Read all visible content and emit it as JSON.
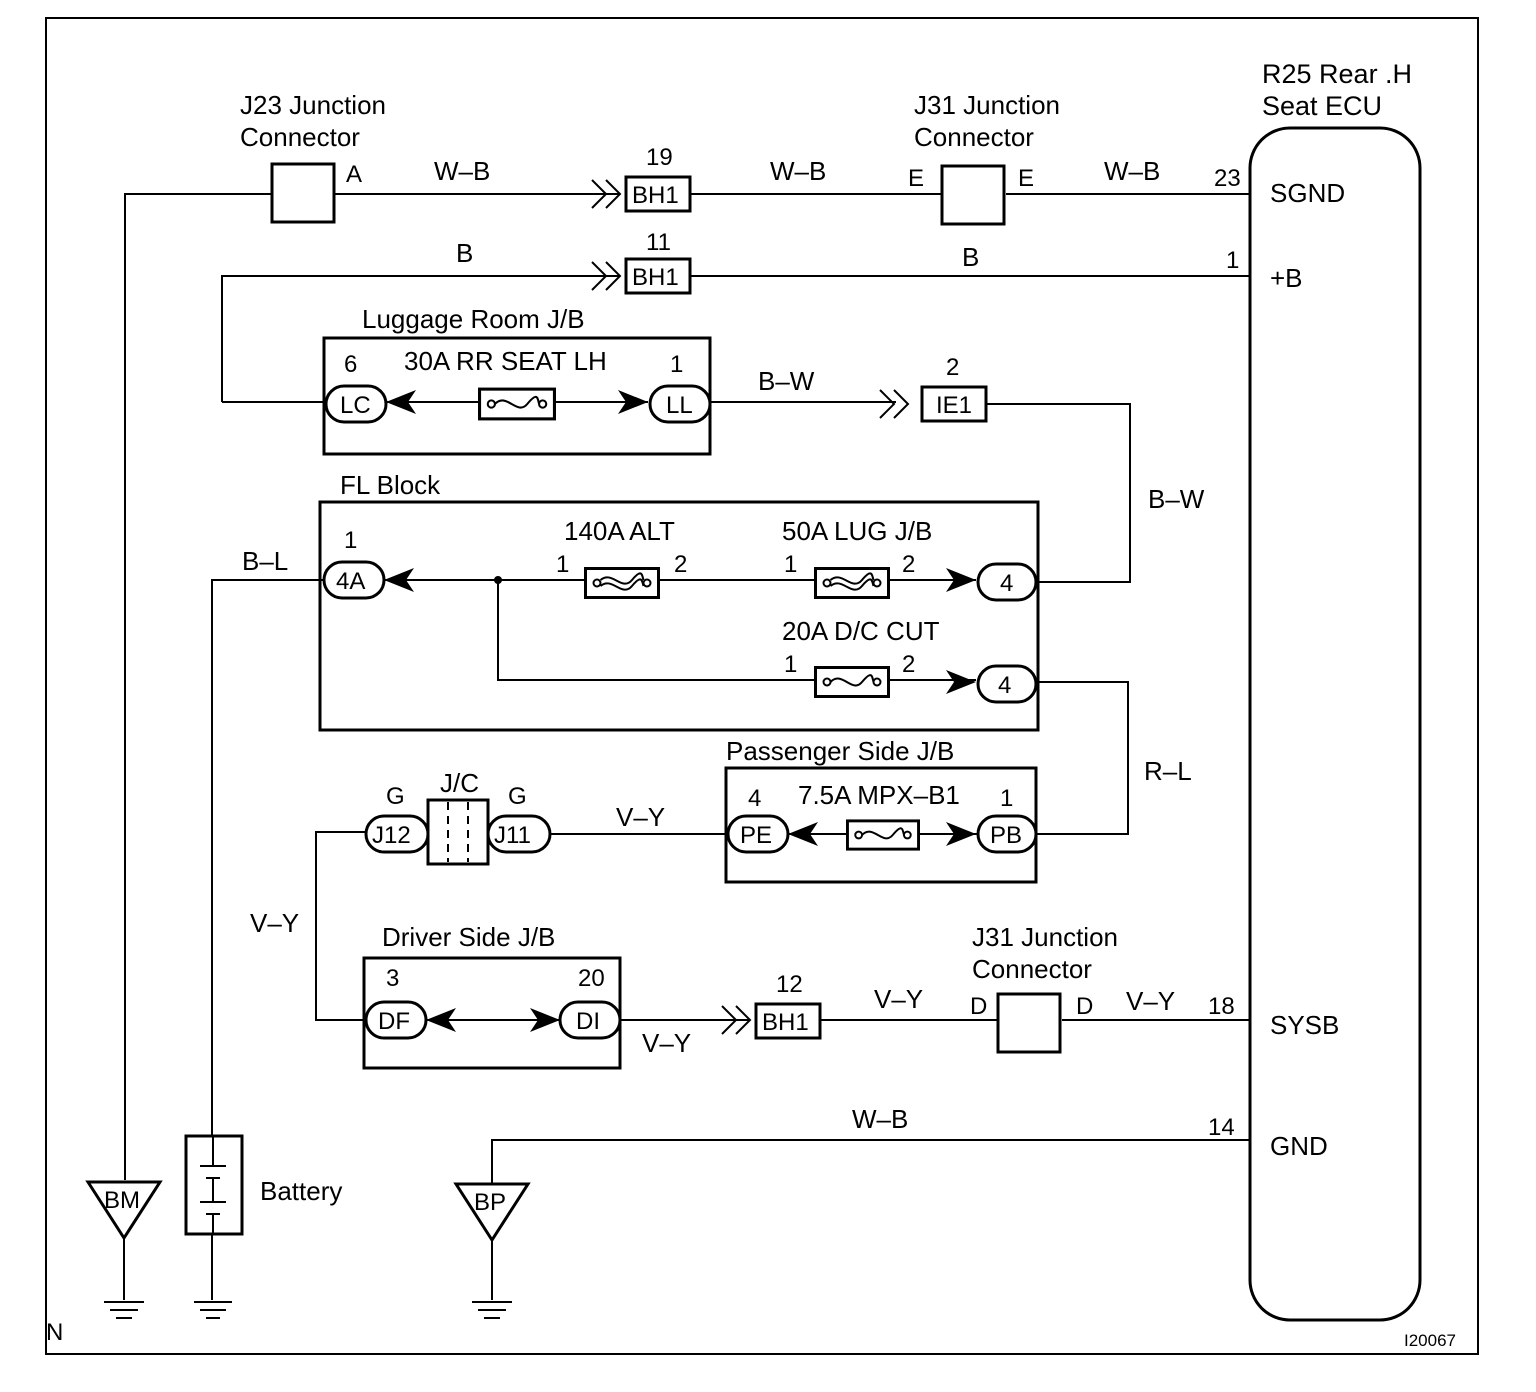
{
  "figure_code": "I20067",
  "corner_mark": "N",
  "ecu": {
    "title_line1": "R25 Rear .H",
    "title_line2": "Seat ECU",
    "pins": [
      {
        "num": "23",
        "name": "SGND"
      },
      {
        "num": "1",
        "name": "+B"
      },
      {
        "num": "18",
        "name": "SYSB"
      },
      {
        "num": "14",
        "name": "GND"
      }
    ]
  },
  "j23": {
    "title_line1": "J23 Junction",
    "title_line2": "Connector",
    "pin": "A"
  },
  "j31_top": {
    "title_line1": "J31 Junction",
    "title_line2": "Connector",
    "pin_in": "E",
    "pin_out": "E"
  },
  "j31_bottom": {
    "title_line1": "J31 Junction",
    "title_line2": "Connector",
    "pin_in": "D",
    "pin_out": "D"
  },
  "wires": {
    "sgnd_1": "W–B",
    "sgnd_2": "W–B",
    "sgnd_3": "W–B",
    "plusb_1": "B",
    "plusb_2": "B",
    "ll_ie1": "B–W",
    "ie1_fl": "B–W",
    "battery": "B–L",
    "fl_pb": "R–L",
    "pe_jc": "V–Y",
    "jc_df": "V–Y",
    "di_bh1": "V–Y",
    "bh1_j31": "V–Y",
    "j31_sysb": "V–Y",
    "gnd": "W–B"
  },
  "connectors": {
    "bh1_top_name": "BH1",
    "bh1_top_pin": "19",
    "bh1_mid_name": "BH1",
    "bh1_mid_pin": "11",
    "ie1_name": "IE1",
    "ie1_pin": "2",
    "bh1_bot_name": "BH1",
    "bh1_bot_pin": "12"
  },
  "luggage_jb": {
    "title": "Luggage Room J/B",
    "fuse": "30A RR SEAT LH",
    "left_conn": "LC",
    "left_pin": "6",
    "right_conn": "LL",
    "right_pin": "1"
  },
  "fl_block": {
    "title": "FL Block",
    "in_conn": "4A",
    "in_pin": "1",
    "fuse_alt": "140A ALT",
    "alt_pin1": "1",
    "alt_pin2": "2",
    "fuse_lug": "50A LUG J/B",
    "lug_pin1": "1",
    "lug_pin2": "2",
    "out1_conn": "4",
    "fuse_dc": "20A D/C CUT",
    "dc_pin1": "1",
    "dc_pin2": "2",
    "out2_conn": "4"
  },
  "passenger_jb": {
    "title": "Passenger Side J/B",
    "fuse": "7.5A MPX–B1",
    "left_conn": "PE",
    "left_pin": "4",
    "right_conn": "PB",
    "right_pin": "1"
  },
  "junction_jc": {
    "title": "J/C",
    "left_conn": "J12",
    "left_pin": "G",
    "right_conn": "J11",
    "right_pin": "G"
  },
  "driver_jb": {
    "title": "Driver Side J/B",
    "left_conn": "DF",
    "left_pin": "3",
    "right_conn": "DI",
    "right_pin": "20"
  },
  "grounds": {
    "bm": "BM",
    "bp": "BP"
  },
  "battery_label": "Battery"
}
